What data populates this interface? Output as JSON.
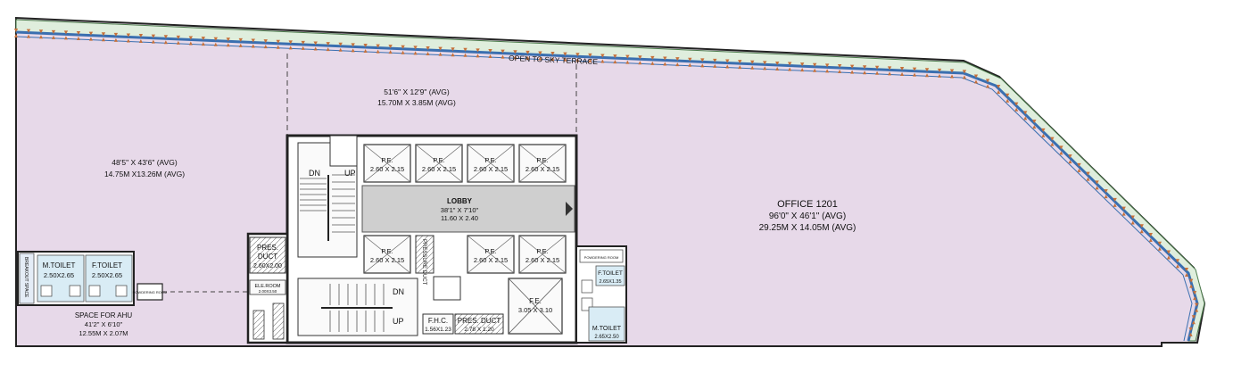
{
  "terrace": {
    "label": "OPEN TO SKY TERRACE"
  },
  "areas": {
    "left_office": {
      "line1": "48'5\" X 43'6\" (AVG)",
      "line2": "14.75M X13.26M (AVG)"
    },
    "top_office": {
      "line1": "51'6\" X 12'9\" (AVG)",
      "line2": "15.70M X 3.85M (AVG)"
    },
    "office_1201": {
      "title": "OFFICE 1201",
      "line1": "96'0\" X 46'1\" (AVG)",
      "line2": "29.25M X 14.05M (AVG)"
    },
    "ahu": {
      "line1": "SPACE FOR AHU",
      "line2": "41'2\" X 6'10\"",
      "line3": "12.55M X 2.07M"
    }
  },
  "lobby": {
    "title": "LOBBY",
    "line1": "38'1\" X 7'10\"",
    "line2": "11.60 X 2.40"
  },
  "lifts": [
    {
      "label": "P.E.",
      "size": "2.60 X 2.15"
    },
    {
      "label": "P.E.",
      "size": "2.60 X 2.15"
    },
    {
      "label": "P.E.",
      "size": "2.60 X 2.15"
    },
    {
      "label": "P.E.",
      "size": "2.60 X 2.15"
    },
    {
      "label": "P.E.",
      "size": "2.60 X 2.15"
    },
    {
      "label": "P.E.",
      "size": "2.60 X 2.15"
    },
    {
      "label": "P.E.",
      "size": "2.60 X 2.15"
    }
  ],
  "service_lift": {
    "label": "F.E.",
    "size": "3.05 X 3.10"
  },
  "pres_duct_left": {
    "line1": "PRES.",
    "line2": "DUCT",
    "line3": "2.60X2.00"
  },
  "pres_duct_vertical": "PRESSURE DUCT",
  "pres_duct_bottom": {
    "label": "PRES. DUCT",
    "size": "2.78 X 1.20"
  },
  "fhc": {
    "label": "F.H.C.",
    "size": "1.56X1.23"
  },
  "ele_room": {
    "label": "ELE.ROOM",
    "size": "2.00X3.50"
  },
  "stairs": {
    "dn": "DN",
    "up": "UP"
  },
  "left_toilets": {
    "breakout": "BREAKOUT SPACE",
    "m_toilet": {
      "label": "M.TOILET",
      "size": "2.50X2.65"
    },
    "f_toilet": {
      "label": "F.TOILET",
      "size": "2.50X2.65"
    },
    "powder": "POWDERING ROOM"
  },
  "right_toilets": {
    "powder": "POWDERING ROOM",
    "f_toilet": {
      "label": "F.TOILET",
      "size": "2.65X1.35"
    },
    "m_toilet": {
      "label": "M.TOILET",
      "size": "2.65X2.50"
    }
  },
  "colors": {
    "office_fill": "#e7d9e9",
    "terrace_fill": "#dfeedd",
    "lobby_fill": "#cfcfcf",
    "wall": "#2a2a2a",
    "toilet_fill": "#d9ecf5",
    "railing": "#3a6fb0",
    "planter": "#c6703a"
  }
}
